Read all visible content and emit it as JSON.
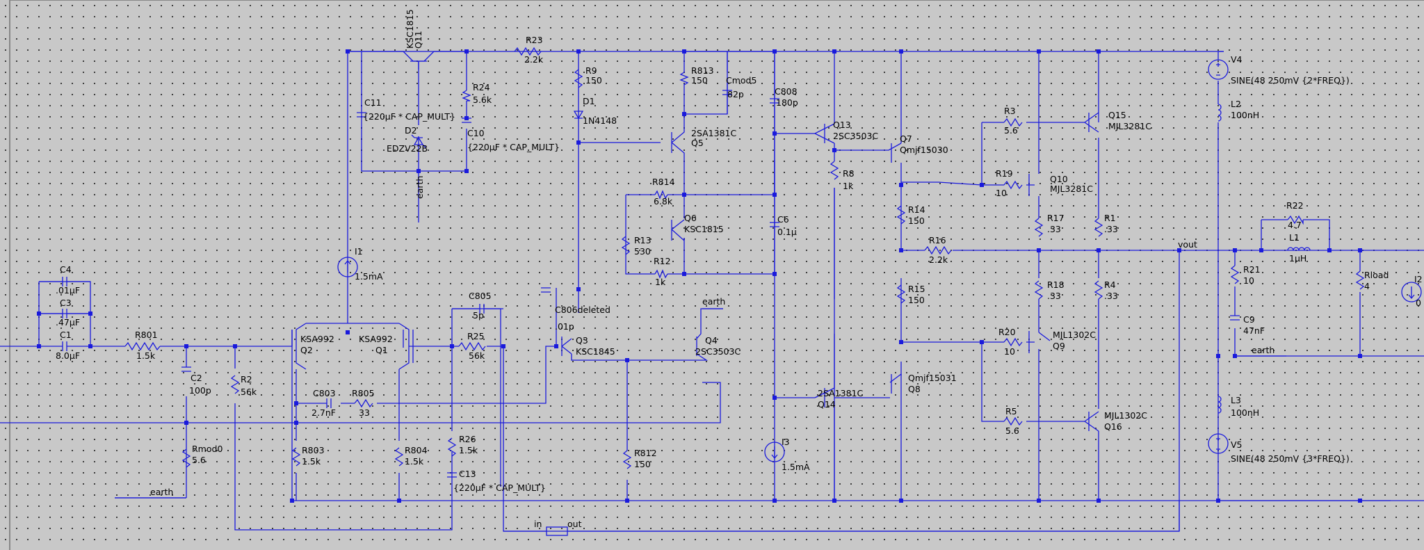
{
  "schematic": {
    "labels": [
      {
        "id": "q11_part",
        "t": "KSC1815"
      },
      {
        "id": "q11_ref",
        "t": "Q11"
      },
      {
        "id": "r23_ref",
        "t": "R23"
      },
      {
        "id": "r23_val",
        "t": "2.2k"
      },
      {
        "id": "r9_ref",
        "t": "R9"
      },
      {
        "id": "r9_val",
        "t": "150"
      },
      {
        "id": "r813_ref",
        "t": "R813"
      },
      {
        "id": "r813_val",
        "t": "150"
      },
      {
        "id": "cmod5_ref",
        "t": "Cmod5"
      },
      {
        "id": "cmod5_val",
        "t": "82p"
      },
      {
        "id": "c808_ref",
        "t": "C808"
      },
      {
        "id": "c808_val",
        "t": "180p"
      },
      {
        "id": "v4_ref",
        "t": "V4"
      },
      {
        "id": "v4_val",
        "t": "SINE(48 250mV {2*FREQ})"
      },
      {
        "id": "l2_ref",
        "t": "L2"
      },
      {
        "id": "l2_val",
        "t": "100nH"
      },
      {
        "id": "c11_ref",
        "t": "C11"
      },
      {
        "id": "c11_val",
        "t": "{220µF * CAP_MULT}"
      },
      {
        "id": "r24_ref",
        "t": "R24"
      },
      {
        "id": "r24_val",
        "t": "5.6k"
      },
      {
        "id": "d1_ref",
        "t": "D1"
      },
      {
        "id": "d1_val",
        "t": "1N4148"
      },
      {
        "id": "d2_ref",
        "t": "D2"
      },
      {
        "id": "d2_val",
        "t": "EDZV22B"
      },
      {
        "id": "c10_ref",
        "t": "C10"
      },
      {
        "id": "c10_val",
        "t": "{220µF * CAP_MULT}"
      },
      {
        "id": "q5_part",
        "t": "2SA1381C"
      },
      {
        "id": "q5_ref",
        "t": "Q5"
      },
      {
        "id": "q13_ref",
        "t": "Q13"
      },
      {
        "id": "q13_part",
        "t": "2SC3503C"
      },
      {
        "id": "q7_ref",
        "t": "Q7"
      },
      {
        "id": "q7_part",
        "t": "Qmjf15030"
      },
      {
        "id": "r3_ref",
        "t": "R3"
      },
      {
        "id": "r3_val",
        "t": "5.6"
      },
      {
        "id": "q15_ref",
        "t": "Q15"
      },
      {
        "id": "q15_part",
        "t": "MJL3281C"
      },
      {
        "id": "r8_ref",
        "t": "R8"
      },
      {
        "id": "r8_val",
        "t": "1k"
      },
      {
        "id": "r19_ref",
        "t": "R19"
      },
      {
        "id": "r19_val",
        "t": "10"
      },
      {
        "id": "q10_ref",
        "t": "Q10"
      },
      {
        "id": "q10_part",
        "t": "MJL3281C"
      },
      {
        "id": "r814_ref",
        "t": "R814"
      },
      {
        "id": "r814_val",
        "t": "6.8k"
      },
      {
        "id": "earth_top",
        "t": "earth"
      },
      {
        "id": "c6_ref",
        "t": "C6"
      },
      {
        "id": "c6_val",
        "t": "0.1µ"
      },
      {
        "id": "q6_ref",
        "t": "Q6"
      },
      {
        "id": "q6_part",
        "t": "KSC1815"
      },
      {
        "id": "r14_ref",
        "t": "R14"
      },
      {
        "id": "r14_val",
        "t": "150"
      },
      {
        "id": "r17_ref",
        "t": "R17"
      },
      {
        "id": "r17_val",
        "t": ".33"
      },
      {
        "id": "r1_ref",
        "t": "R1"
      },
      {
        "id": "r1_val",
        "t": ".33"
      },
      {
        "id": "r22_ref",
        "t": "R22"
      },
      {
        "id": "r22_val",
        "t": "4.7"
      },
      {
        "id": "r13_ref",
        "t": "R13"
      },
      {
        "id": "r13_val",
        "t": "530"
      },
      {
        "id": "r16_ref",
        "t": "R16"
      },
      {
        "id": "r16_val",
        "t": "2.2k"
      },
      {
        "id": "vout",
        "t": "vout"
      },
      {
        "id": "l1_ref",
        "t": "L1"
      },
      {
        "id": "l1_val",
        "t": "1µH"
      },
      {
        "id": "i1_ref",
        "t": "I1"
      },
      {
        "id": "i1_val",
        "t": "1.5mA"
      },
      {
        "id": "r12_ref",
        "t": "R12"
      },
      {
        "id": "r12_val",
        "t": "1k"
      },
      {
        "id": "r21_ref",
        "t": "R21"
      },
      {
        "id": "r21_val",
        "t": "10"
      },
      {
        "id": "rload_ref",
        "t": "Rload"
      },
      {
        "id": "rload_val",
        "t": "4"
      },
      {
        "id": "i2_ref",
        "t": "I2"
      },
      {
        "id": "i2_val",
        "t": "0"
      },
      {
        "id": "c4_ref",
        "t": "C4"
      },
      {
        "id": "c4_val",
        "t": ".01µF"
      },
      {
        "id": "earth_q4",
        "t": "earth"
      },
      {
        "id": "c805_ref",
        "t": "C805"
      },
      {
        "id": "c805_val",
        "t": "5p"
      },
      {
        "id": "r18_ref",
        "t": "R18"
      },
      {
        "id": "r18_val",
        "t": ".33"
      },
      {
        "id": "r4_ref",
        "t": "R4"
      },
      {
        "id": "r4_val",
        "t": ".33"
      },
      {
        "id": "c3_ref",
        "t": "C3"
      },
      {
        "id": "c3_val",
        "t": ".47µF"
      },
      {
        "id": "c806_ref",
        "t": "C806deleted"
      },
      {
        "id": "c806_val",
        "t": ".01p"
      },
      {
        "id": "r15_ref",
        "t": "R15"
      },
      {
        "id": "r15_val",
        "t": "150"
      },
      {
        "id": "c9_ref",
        "t": "C9"
      },
      {
        "id": "c9_val",
        "t": "47nF"
      },
      {
        "id": "c1_ref",
        "t": "C1"
      },
      {
        "id": "c1_val",
        "t": "8.0µF"
      },
      {
        "id": "q2_part",
        "t": "KSA992"
      },
      {
        "id": "q2_ref",
        "t": "Q2"
      },
      {
        "id": "q1_part",
        "t": "KSA992"
      },
      {
        "id": "q1_ref",
        "t": "Q1"
      },
      {
        "id": "q3_ref",
        "t": "Q3"
      },
      {
        "id": "q3_part",
        "t": "KSC1845"
      },
      {
        "id": "q4_ref",
        "t": "Q4"
      },
      {
        "id": "q4_part",
        "t": "2SC3503C"
      },
      {
        "id": "r20_ref",
        "t": "R20"
      },
      {
        "id": "r20_val",
        "t": "10"
      },
      {
        "id": "q9_part",
        "t": "MJL1302C"
      },
      {
        "id": "q9_ref",
        "t": "Q9"
      },
      {
        "id": "r801_ref",
        "t": "R801"
      },
      {
        "id": "r801_val",
        "t": "1.5k"
      },
      {
        "id": "r25_ref",
        "t": "R25"
      },
      {
        "id": "r25_val",
        "t": "56k"
      },
      {
        "id": "earth_out",
        "t": "earth"
      },
      {
        "id": "c2_ref",
        "t": "C2"
      },
      {
        "id": "c2_val",
        "t": "100p"
      },
      {
        "id": "r2_ref",
        "t": "R2"
      },
      {
        "id": "r2_val",
        "t": "56k"
      },
      {
        "id": "q8_part",
        "t": "Qmjf15031"
      },
      {
        "id": "q8_ref",
        "t": "Q8"
      },
      {
        "id": "c803_ref",
        "t": "C803"
      },
      {
        "id": "c803_val",
        "t": "2.7nF"
      },
      {
        "id": "r805_ref",
        "t": "R805"
      },
      {
        "id": "r805_val",
        "t": "33"
      },
      {
        "id": "q14_part",
        "t": "2SA1381C"
      },
      {
        "id": "q14_ref",
        "t": "Q14"
      },
      {
        "id": "r5_ref",
        "t": "R5"
      },
      {
        "id": "r5_val",
        "t": "5.6"
      },
      {
        "id": "q16_part",
        "t": "MJL1302C"
      },
      {
        "id": "q16_ref",
        "t": "Q16"
      },
      {
        "id": "l3_ref",
        "t": "L3"
      },
      {
        "id": "l3_val",
        "t": "100nH"
      },
      {
        "id": "rmod0_ref",
        "t": "Rmod0"
      },
      {
        "id": "rmod0_val",
        "t": "5.6"
      },
      {
        "id": "r26_ref",
        "t": "R26"
      },
      {
        "id": "r26_val",
        "t": "1.5k"
      },
      {
        "id": "i3_ref",
        "t": "I3"
      },
      {
        "id": "i3_val",
        "t": "1.5mA"
      },
      {
        "id": "v5_ref",
        "t": "V5"
      },
      {
        "id": "v5_val",
        "t": "SINE(48 250mV {3*FREQ})"
      },
      {
        "id": "r803_ref",
        "t": "R803"
      },
      {
        "id": "r803_val",
        "t": "1.5k"
      },
      {
        "id": "r804_ref",
        "t": "R804"
      },
      {
        "id": "r804_val",
        "t": "1.5k"
      },
      {
        "id": "r812_ref",
        "t": "R812"
      },
      {
        "id": "r812_val",
        "t": "150"
      },
      {
        "id": "c13_ref",
        "t": "C13"
      },
      {
        "id": "c13_val",
        "t": "{220µF * CAP_MULT}"
      },
      {
        "id": "earth_in",
        "t": "earth"
      },
      {
        "id": "in_label",
        "t": "in"
      },
      {
        "id": "out_label",
        "t": "out"
      }
    ]
  }
}
